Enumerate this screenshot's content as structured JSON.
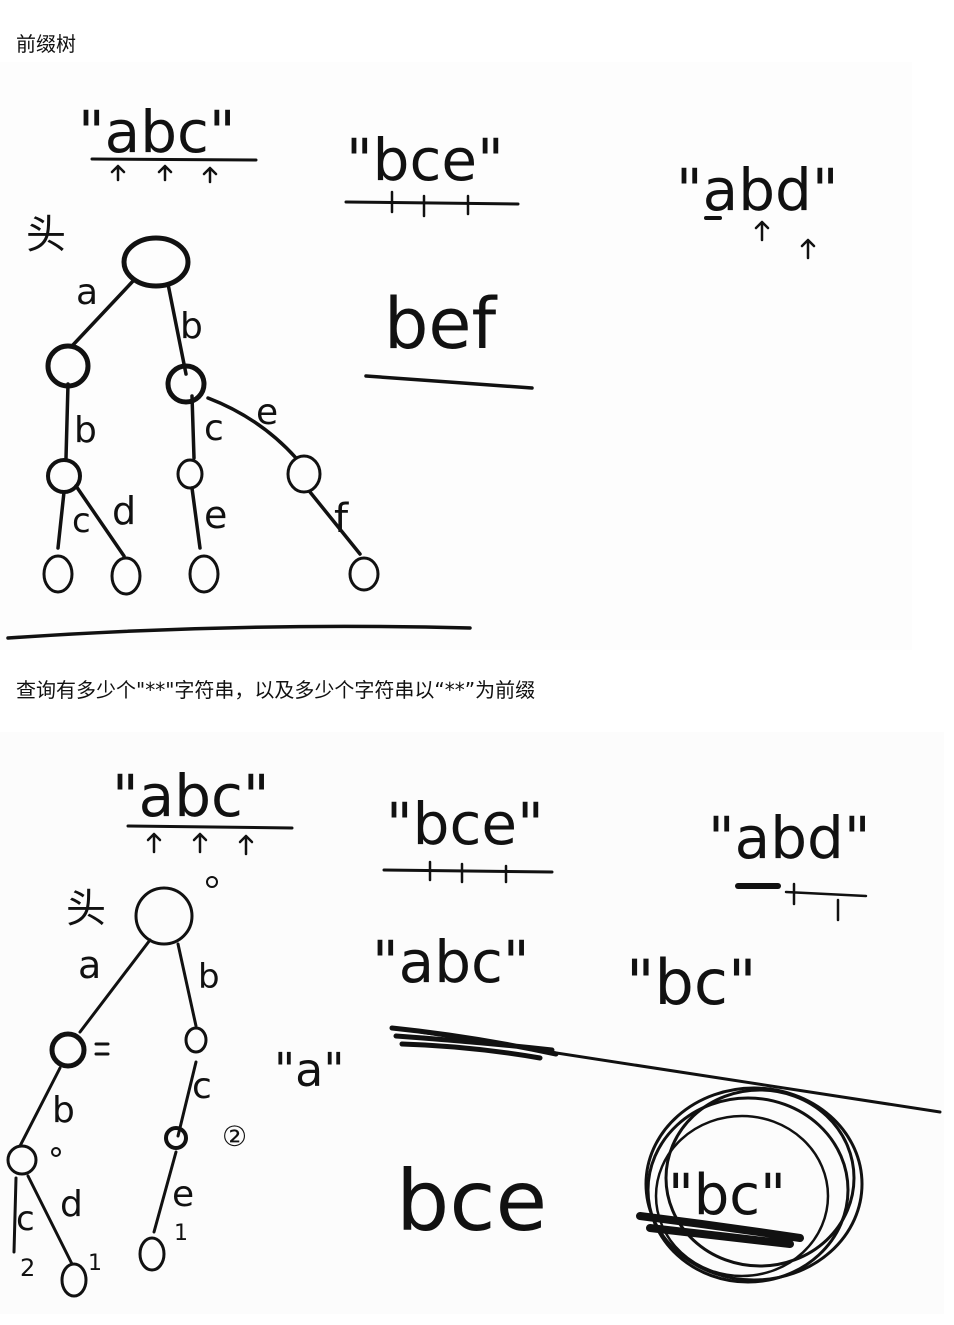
{
  "caption_top": "前缀树",
  "caption_bottom": "查询有多少个\"**\"字符串，以及多少个字符串以“**”为前缀",
  "sketch_top": {
    "words": [
      "\"abc\"",
      "\"bce\"",
      "\"abd\"",
      "bef"
    ],
    "root_label": "头",
    "edge_labels": [
      "a",
      "b",
      "b",
      "c",
      "e",
      "c",
      "d",
      "e",
      "f"
    ]
  },
  "sketch_bottom": {
    "words": [
      "\"abc\"",
      "\"bce\"",
      "\"abd\"",
      "\"abc\"",
      "\"bc\"",
      "\"a\"",
      "bce",
      "\"bc\""
    ],
    "root_label": "头",
    "edge_labels": [
      "a",
      "b",
      "b",
      "c",
      "c",
      "d",
      "e"
    ],
    "counts": [
      "2",
      "1",
      "1",
      "②"
    ]
  }
}
